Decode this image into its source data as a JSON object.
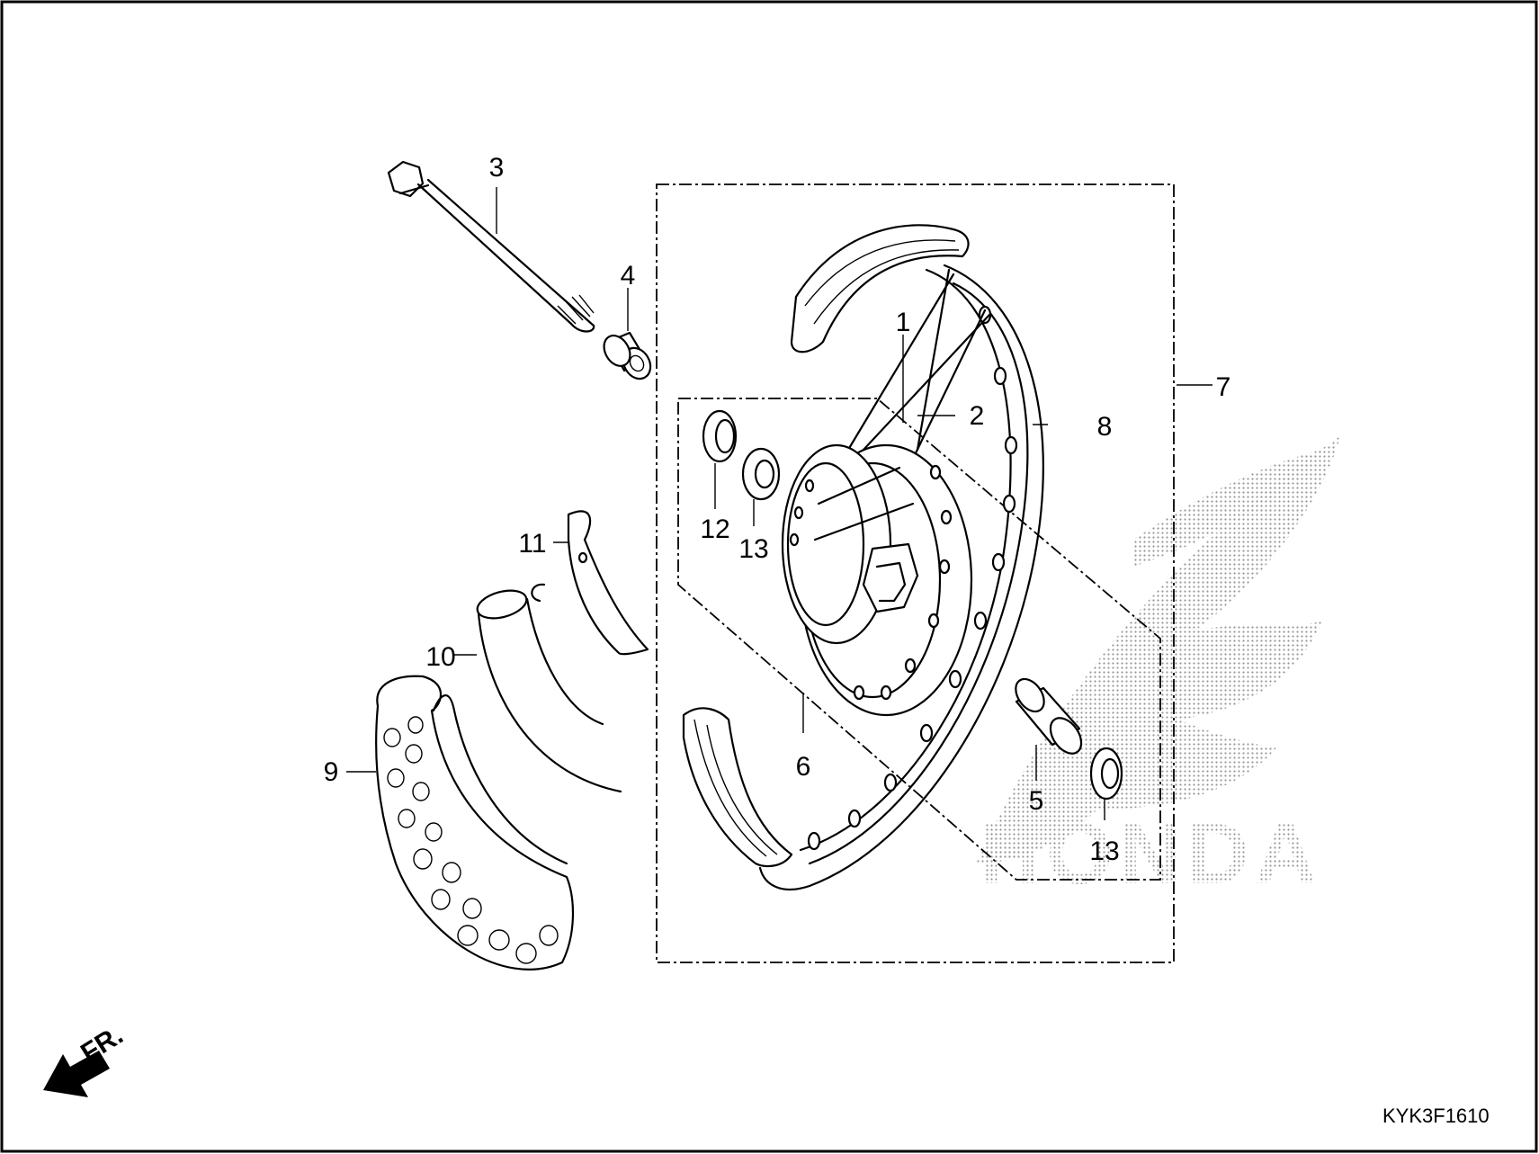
{
  "diagram": {
    "drawing_code": "KYK3F1610",
    "direction_label": "FR.",
    "watermark_text": "HONDA",
    "callouts": [
      {
        "id": "c1",
        "text": "1"
      },
      {
        "id": "c2",
        "text": "2"
      },
      {
        "id": "c3",
        "text": "3"
      },
      {
        "id": "c4",
        "text": "4"
      },
      {
        "id": "c5",
        "text": "5"
      },
      {
        "id": "c6",
        "text": "6"
      },
      {
        "id": "c7",
        "text": "7"
      },
      {
        "id": "c8",
        "text": "8"
      },
      {
        "id": "c9",
        "text": "9"
      },
      {
        "id": "c10",
        "text": "10"
      },
      {
        "id": "c11",
        "text": "11"
      },
      {
        "id": "c12",
        "text": "12"
      },
      {
        "id": "c13a",
        "text": "13"
      },
      {
        "id": "c13b",
        "text": "13"
      }
    ]
  }
}
